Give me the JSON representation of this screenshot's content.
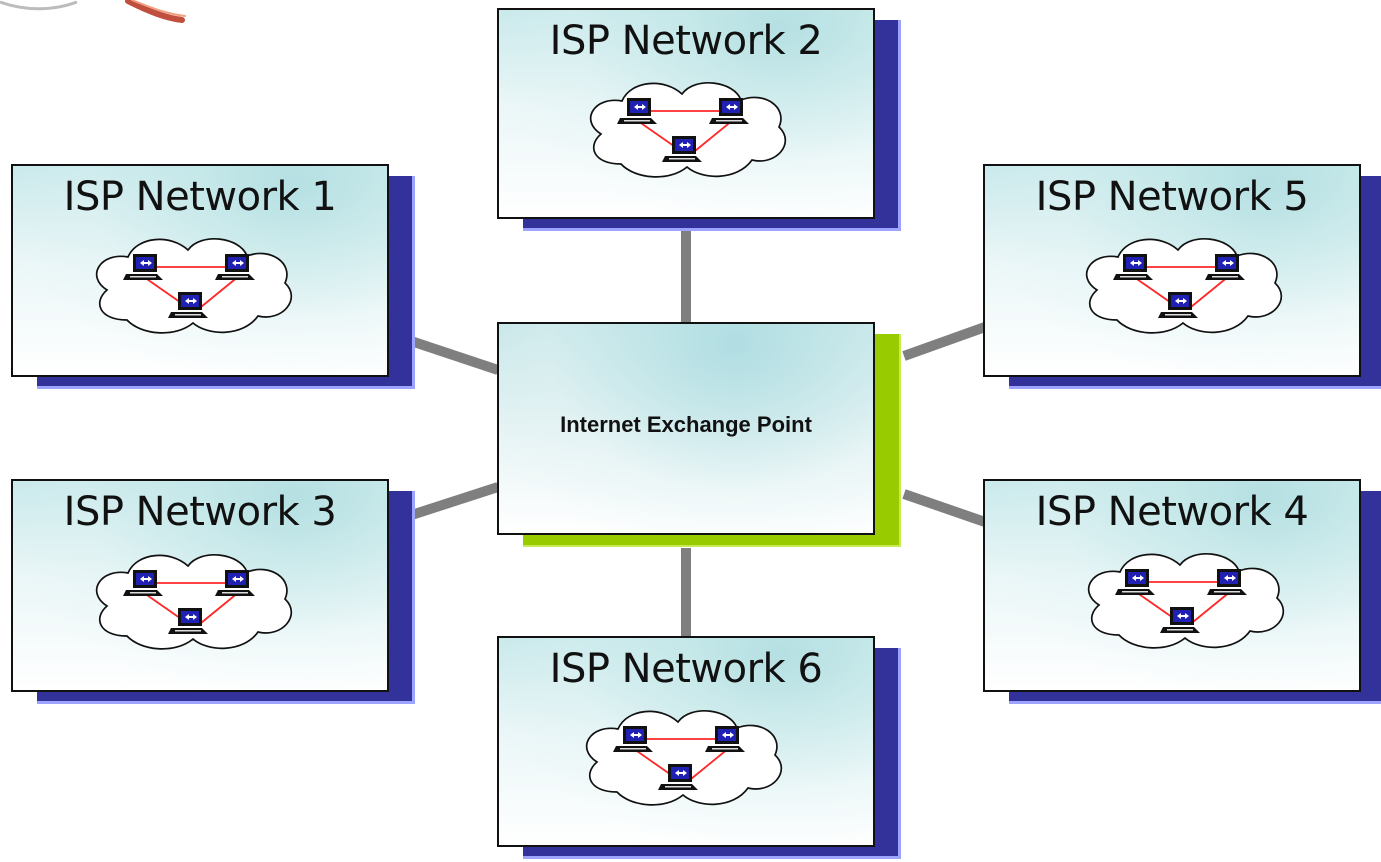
{
  "diagram": {
    "center": {
      "label": "Internet Exchange Point"
    },
    "networks": [
      {
        "id": "isp-1",
        "title": "ISP Network 1",
        "devices": [
          "laptop-icon",
          "laptop-icon",
          "laptop-icon"
        ]
      },
      {
        "id": "isp-2",
        "title": "ISP Network 2",
        "devices": [
          "laptop-icon",
          "laptop-icon",
          "laptop-icon"
        ]
      },
      {
        "id": "isp-3",
        "title": "ISP Network 3",
        "devices": [
          "laptop-icon",
          "laptop-icon",
          "laptop-icon"
        ]
      },
      {
        "id": "isp-4",
        "title": "ISP Network 4",
        "devices": [
          "laptop-icon",
          "laptop-icon",
          "laptop-icon"
        ]
      },
      {
        "id": "isp-5",
        "title": "ISP Network 5",
        "devices": [
          "laptop-icon",
          "laptop-icon",
          "laptop-icon"
        ]
      },
      {
        "id": "isp-6",
        "title": "ISP Network 6",
        "devices": [
          "laptop-icon",
          "laptop-icon",
          "laptop-icon"
        ]
      }
    ],
    "colors": {
      "isp_shadow": "#32329a",
      "ixp_shadow": "#99cc00",
      "connector": "#7f7f7f",
      "lan_link": "#ff2727",
      "card_gradient": "#c9e9eb",
      "laptop_screen": "#2020b2",
      "decorative_arc": "#c0503d"
    },
    "icons": {
      "cloud": "cloud-icon",
      "laptop": "laptop-icon",
      "corner": "decorative-arc"
    }
  }
}
